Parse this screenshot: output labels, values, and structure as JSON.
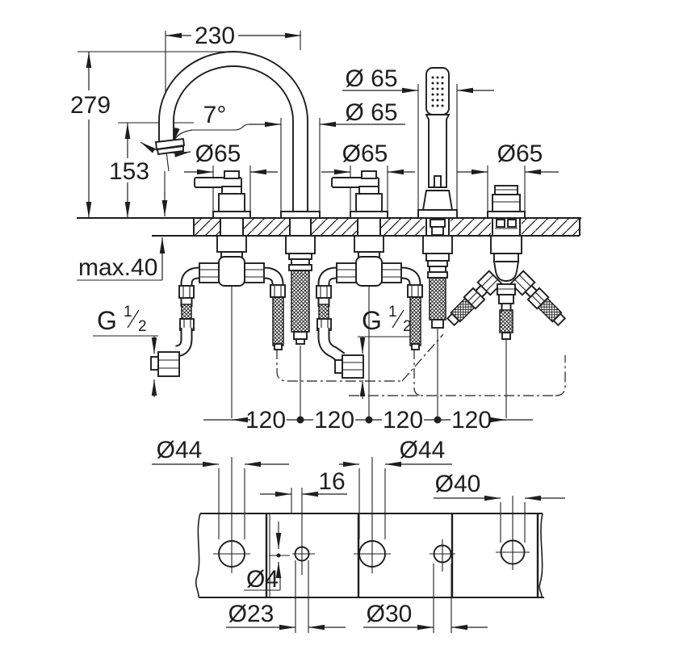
{
  "colors": {
    "line": "#1e1e1e",
    "background": "#ffffff"
  },
  "top_view": {
    "dim_spout_reach": "230",
    "dim_spout_height": "279",
    "dim_outlet_height": "153",
    "dim_spout_angle": "7°",
    "dim_escutcheon_handshower": "Ø 65",
    "dim_escutcheon_spout": "Ø 65",
    "dim_escutcheon_handle_left": "Ø65",
    "dim_escutcheon_handle_right": "Ø65",
    "dim_escutcheon_diverter": "Ø65",
    "dim_max_deck_thickness": "max.40",
    "thread_left": {
      "symbol": "G",
      "fraction_numerator": "1",
      "fraction_denominator": "2"
    },
    "thread_right": {
      "symbol": "G",
      "fraction_numerator": "1",
      "fraction_denominator": "2"
    },
    "dim_spacing_1": "120",
    "dim_spacing_2": "120",
    "dim_spacing_3": "120",
    "dim_spacing_4": "120"
  },
  "bottom_view": {
    "dim_hole_handle_left": "Ø44",
    "dim_hole_handle_right": "Ø44",
    "dim_pilot_offset": "16",
    "dim_hole_diverter": "Ø40",
    "dim_pilot_hole": "Ø4",
    "dim_hole_spout": "Ø23",
    "dim_hole_handshower": "Ø30"
  }
}
